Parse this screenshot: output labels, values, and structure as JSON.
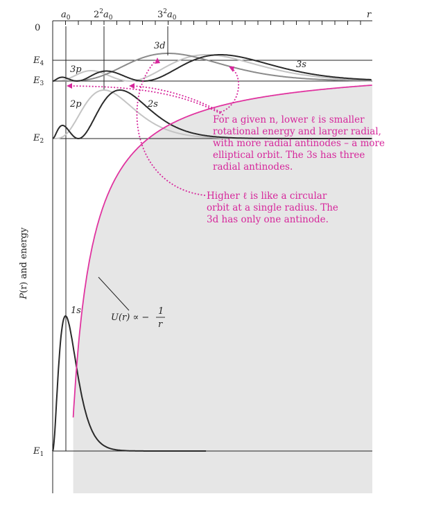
{
  "chart_data": {
    "type": "line",
    "title": "",
    "xlabel": "r",
    "ylabel": "P(r) and energy",
    "x_ticks": [
      "a0",
      "2²a0",
      "3²a0"
    ],
    "y_zero_label": "0",
    "energy_levels": [
      "E4",
      "E3",
      "E2",
      "E1"
    ],
    "series": [
      {
        "name": "1s"
      },
      {
        "name": "2s"
      },
      {
        "name": "2p"
      },
      {
        "name": "3s"
      },
      {
        "name": "3p"
      },
      {
        "name": "3d"
      }
    ],
    "potential_label": "U(r) ∝ − 1/r",
    "colors": {
      "annotation": "#d6269b",
      "potential": "#e0339f",
      "dark_curve": "#2a2a2a",
      "gray_curve": "#8a8a8a",
      "light_curve": "#c4c4c4",
      "shade": "#e6e6e6"
    }
  },
  "annotations": {
    "lower_l": [
      "For a given n, lower ℓ is smaller",
      "rotational energy and larger radial,",
      "with more radial antinodes – a more",
      "elliptical orbit. The 3s has three",
      "radial antinodes."
    ],
    "higher_l": [
      "Higher ℓ is like a circular",
      "orbit at a single radius. The",
      "3d has only one antinode."
    ]
  },
  "labels": {
    "a0": "a",
    "a0_sub": "0",
    "two_sq": "2",
    "three_sq": "3",
    "sq": "2",
    "r": "r",
    "zero": "0",
    "E": "E",
    "e4": "4",
    "e3": "3",
    "e2": "2",
    "e1": "1",
    "p_of_r": "P(r) and energy",
    "l1s": "1s",
    "l2s": "2s",
    "l2p": "2p",
    "l3s": "3s",
    "l3p": "3p",
    "l3d": "3d",
    "u_lhs": "U(r) ∝ −",
    "u_num": "1",
    "u_den": "r"
  }
}
